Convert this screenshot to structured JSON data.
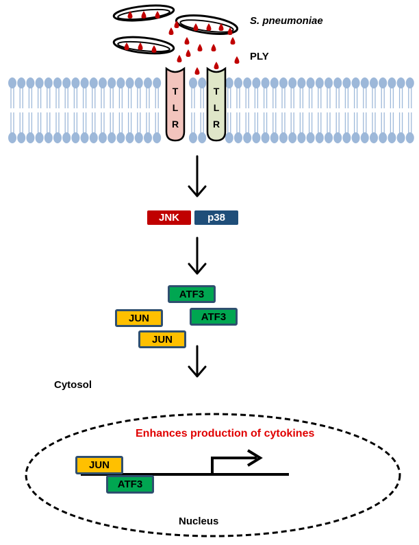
{
  "labels": {
    "pathogen": "S. pneumoniae",
    "toxin": "PLY",
    "cytosol": "Cytosol",
    "nucleus": "Nucleus",
    "outcome": "Enhances production of cytokines"
  },
  "receptors": [
    {
      "letters": [
        "T",
        "L",
        "R"
      ],
      "color": "#f2c4bd"
    },
    {
      "letters": [
        "T",
        "L",
        "R"
      ],
      "color": "#dfe6c8"
    }
  ],
  "kinases": [
    {
      "label": "JNK",
      "color": "#c00000"
    },
    {
      "label": "p38",
      "color": "#1f4e79"
    }
  ],
  "factors": {
    "atf3_top": "ATF3",
    "jun_left": "JUN",
    "atf3_right": "ATF3",
    "jun_bottom": "JUN"
  },
  "nuclear_complex": {
    "jun": "JUN",
    "atf3": "ATF3"
  },
  "colors": {
    "membrane": "#9db8d9",
    "toxin": "#c00000",
    "jun_fill": "#ffc000",
    "atf3_fill": "#00a651",
    "box_border": "#2f4f6f",
    "outcome_text": "#e00000"
  }
}
